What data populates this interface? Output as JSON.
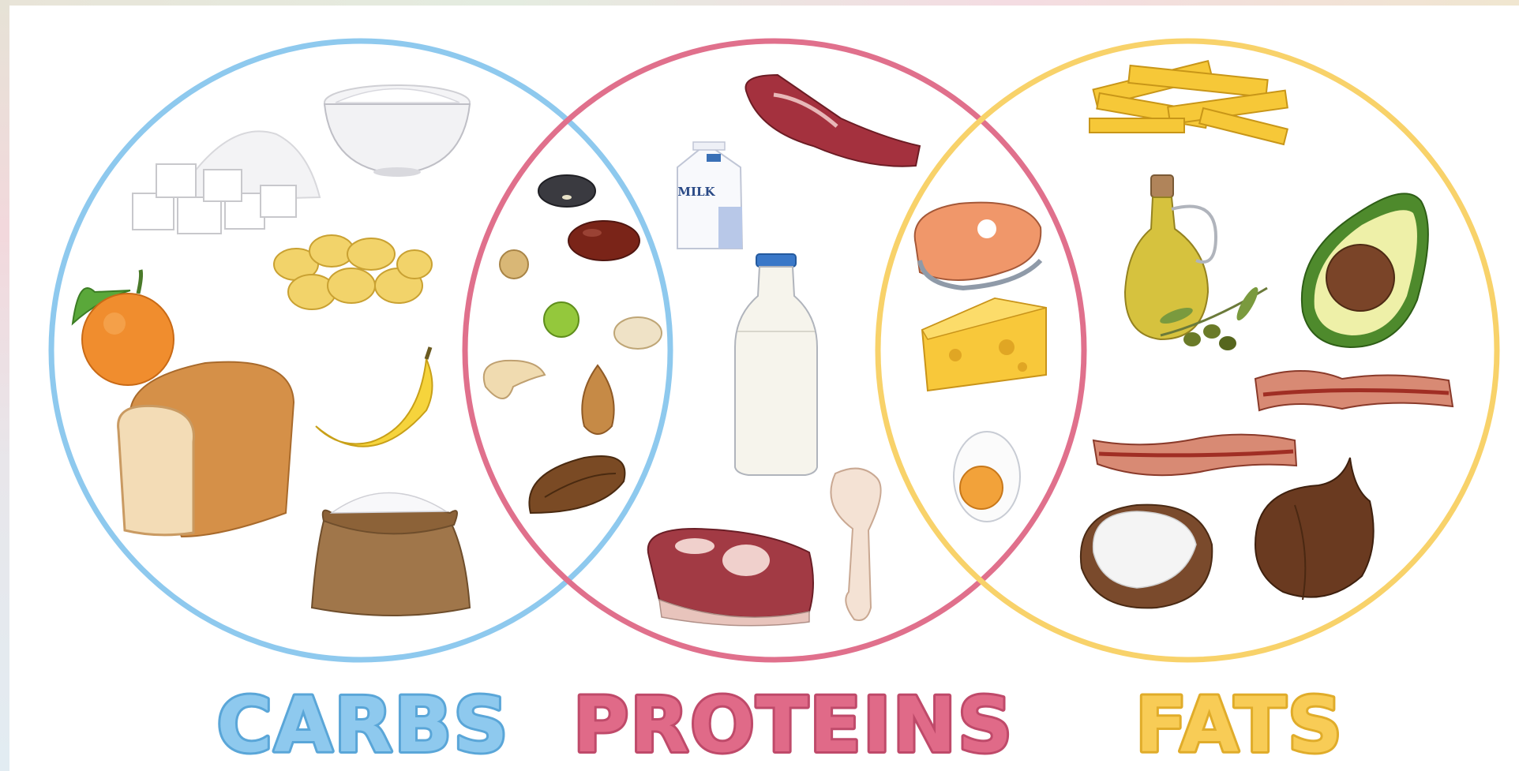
{
  "labels": {
    "carbs": "CARBS",
    "proteins": "PROTEINS",
    "fats": "FATS"
  },
  "milk_carton_text": "MILK",
  "colors": {
    "carbs": "#8ec9ee",
    "proteins": "#e0708c",
    "fats": "#f8d26a"
  }
}
